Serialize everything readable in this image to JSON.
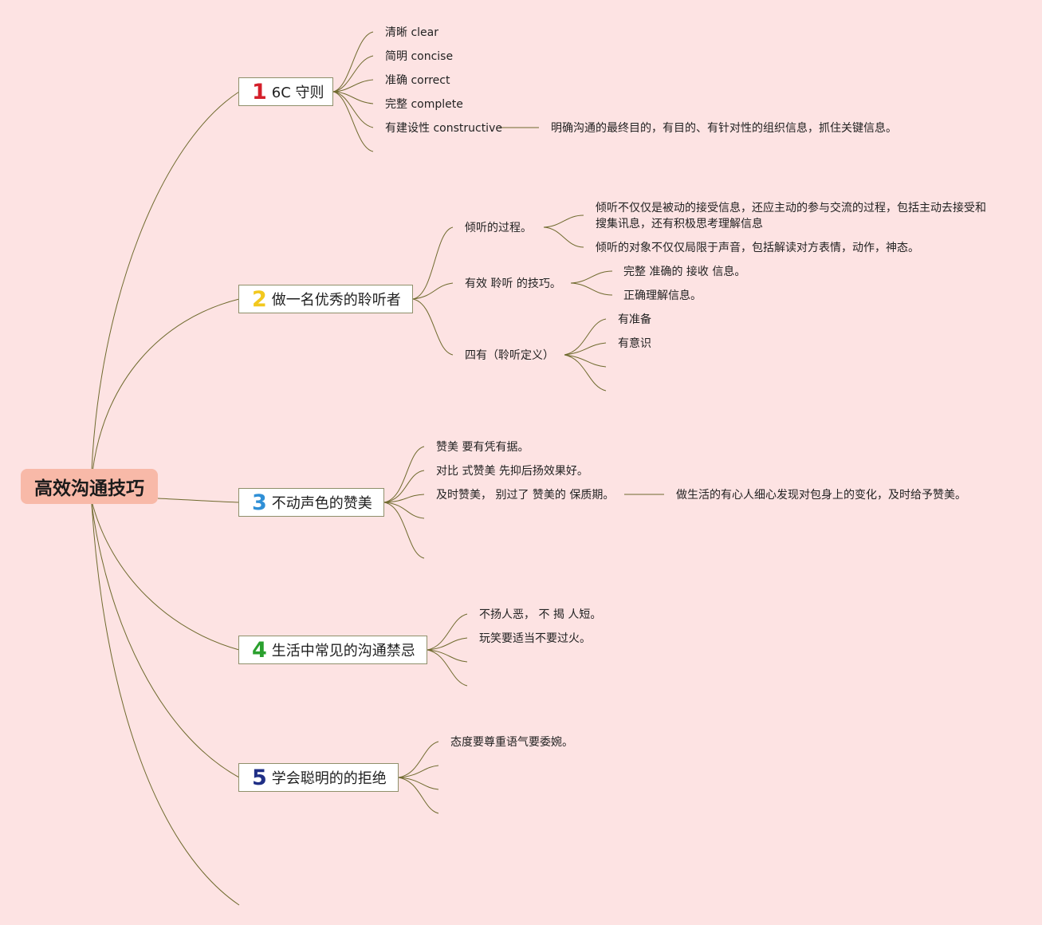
{
  "root": {
    "label": "高效沟通技巧"
  },
  "branches": [
    {
      "number": "1",
      "number_color": "#d41f2a",
      "label": "6C 守则",
      "children": [
        {
          "label": "清晰 clear"
        },
        {
          "label": "简明 concise"
        },
        {
          "label": "准确 correct"
        },
        {
          "label": "完整 complete"
        },
        {
          "label": "有建设性 constructive",
          "note": "明确沟通的最终目的，有目的、有针对性的组织信息，抓住关键信息。"
        }
      ]
    },
    {
      "number": "2",
      "number_color": "#f2c81e",
      "label": "做一名优秀的聆听者",
      "children": [
        {
          "label": "倾听的过程。",
          "children": [
            {
              "label": "倾听不仅仅是被动的接受信息，还应主动的参与交流的过程，包括主动去接受和搜集讯息，还有积极思考理解信息"
            },
            {
              "label": "倾听的对象不仅仅局限于声音，包括解读对方表情，动作，神态。"
            }
          ]
        },
        {
          "label": "有效 聆听 的技巧。",
          "children": [
            {
              "label": "完整 准确的 接收 信息。"
            },
            {
              "label": "正确理解信息。"
            }
          ]
        },
        {
          "label": "四有（聆听定义）",
          "children": [
            {
              "label": "有准备"
            },
            {
              "label": "有意识"
            }
          ]
        }
      ]
    },
    {
      "number": "3",
      "number_color": "#2f8fd6",
      "label": "不动声色的赞美",
      "children": [
        {
          "label": "赞美 要有凭有据。"
        },
        {
          "label": "对比 式赞美 先抑后扬效果好。"
        },
        {
          "label": "及时赞美， 别过了 赞美的 保质期。",
          "note": "做生活的有心人细心发现对包身上的变化，及时给予赞美。"
        }
      ]
    },
    {
      "number": "4",
      "number_color": "#2aa02e",
      "label": "生活中常见的沟通禁忌",
      "children": [
        {
          "label": "不扬人恶， 不 揭 人短。"
        },
        {
          "label": "玩笑要适当不要过火。"
        }
      ]
    },
    {
      "number": "5",
      "number_color": "#1f2f86",
      "label": "学会聪明的的拒绝",
      "children": [
        {
          "label": "态度要尊重语气要委婉。"
        }
      ]
    }
  ]
}
